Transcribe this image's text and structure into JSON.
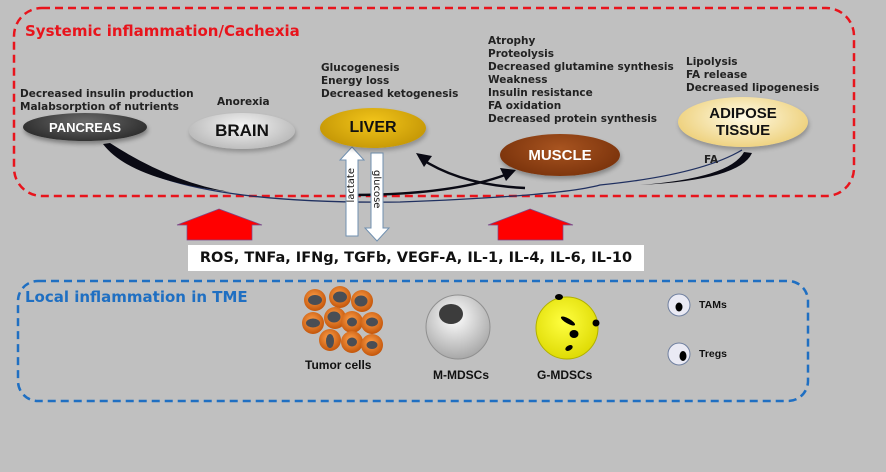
{
  "systemic": {
    "title": "Systemic inflammation/Cachexia",
    "border_color": "#e8141c"
  },
  "local": {
    "title": "Local inflammation in TME",
    "border_color": "#1f6fc2"
  },
  "organs": {
    "pancreas": {
      "label": "PANCREAS",
      "notes": [
        "Decreased insulin production",
        "Malabsorption of nutrients"
      ]
    },
    "brain": {
      "label": "BRAIN",
      "notes": [
        "Anorexia"
      ]
    },
    "liver": {
      "label": "LIVER",
      "notes": [
        "Glucogenesis",
        "Energy loss",
        "Decreased ketogenesis"
      ]
    },
    "muscle": {
      "label": "MUSCLE",
      "notes": [
        "Atrophy",
        "Proteolysis",
        "Decreased glutamine synthesis",
        "Weakness",
        "Insulin resistance",
        "FA oxidation",
        "Decreased protein synthesis"
      ]
    },
    "adipose": {
      "label_line1": "ADIPOSE",
      "label_line2": "TISSUE",
      "notes": [
        "Lipolysis",
        "FA release",
        "Decreased lipogenesis"
      ]
    }
  },
  "arrows": {
    "lactate": "lactate",
    "glucose": "glucose",
    "fa": "FA"
  },
  "cytokines": "ROS, TNFa, IFNg, TGFb, VEGF-A, IL-1, IL-4, IL-6, IL-10",
  "cells": {
    "tumor": "Tumor cells",
    "m_mdsc": "M-MDSCs",
    "g_mdsc": "G-MDSCs",
    "tams": "TAMs",
    "tregs": "Tregs"
  },
  "colors": {
    "up_arrow": "#ff0000",
    "pancreas": "#3a3a3a",
    "brain": "#d0d0d0",
    "liver": "#d9a800",
    "muscle": "#8b3a0e",
    "adipose": "#f3dc8c",
    "tumor_cell": "#e8731c",
    "g_mdsc": "#f0f000"
  }
}
